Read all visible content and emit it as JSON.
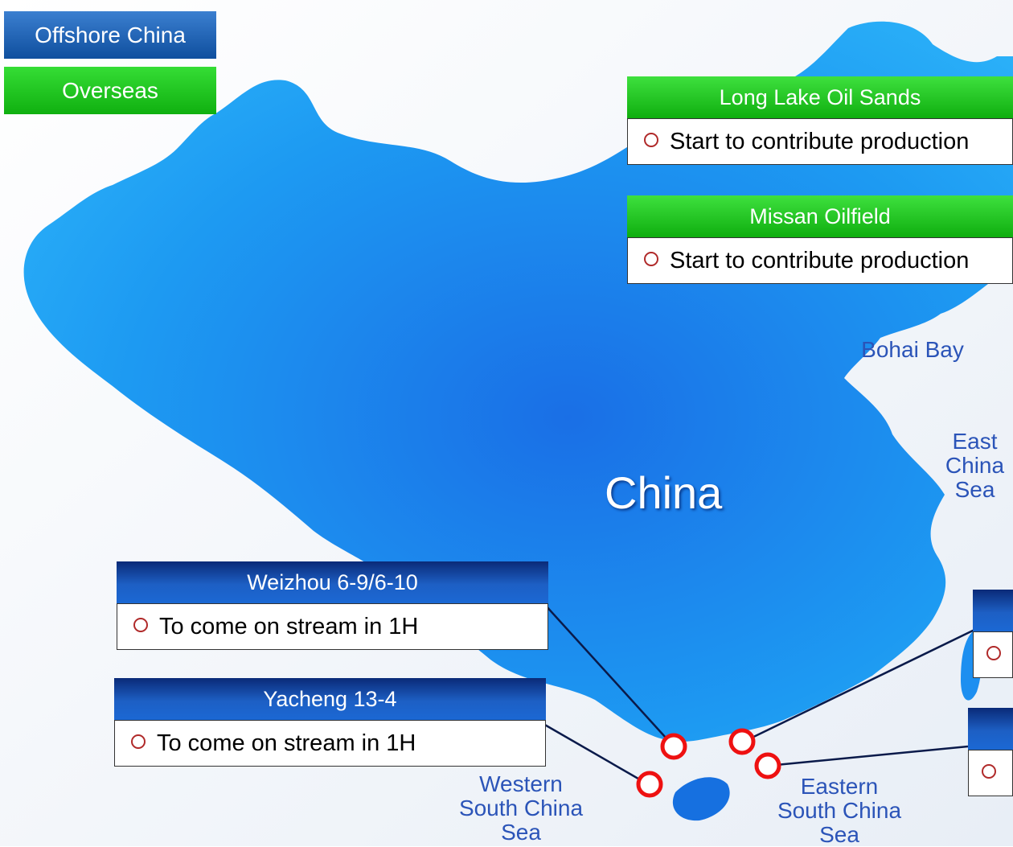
{
  "legend": [
    {
      "label": "Offshore China",
      "color": "#1659b3"
    },
    {
      "label": "Overseas",
      "color": "#1ec41e"
    }
  ],
  "country_label": "China",
  "seas": [
    {
      "id": "bohai",
      "lines": [
        "Bohai Bay"
      ]
    },
    {
      "id": "east",
      "lines": [
        "East",
        "China",
        "Sea"
      ]
    },
    {
      "id": "western",
      "lines": [
        "Western",
        "South China",
        "Sea"
      ]
    },
    {
      "id": "eastern",
      "lines": [
        "Eastern",
        "South China",
        "Sea"
      ]
    }
  ],
  "callouts": [
    {
      "id": "long-lake",
      "category": "Overseas",
      "title": "Long Lake Oil Sands",
      "note": "Start to contribute production"
    },
    {
      "id": "missan",
      "category": "Overseas",
      "title": "Missan Oilfield",
      "note": "Start to contribute production"
    },
    {
      "id": "weizhou",
      "category": "Offshore China",
      "title": "Weizhou  6-9/6-10",
      "note": "To come on stream in 1H"
    },
    {
      "id": "yacheng",
      "category": "Offshore China",
      "title": "Yacheng  13-4",
      "note": "To come on stream in 1H"
    }
  ],
  "colors": {
    "map": "#1e8ff0",
    "marker": "#ee1111",
    "sea_label": "#2b54b8"
  }
}
